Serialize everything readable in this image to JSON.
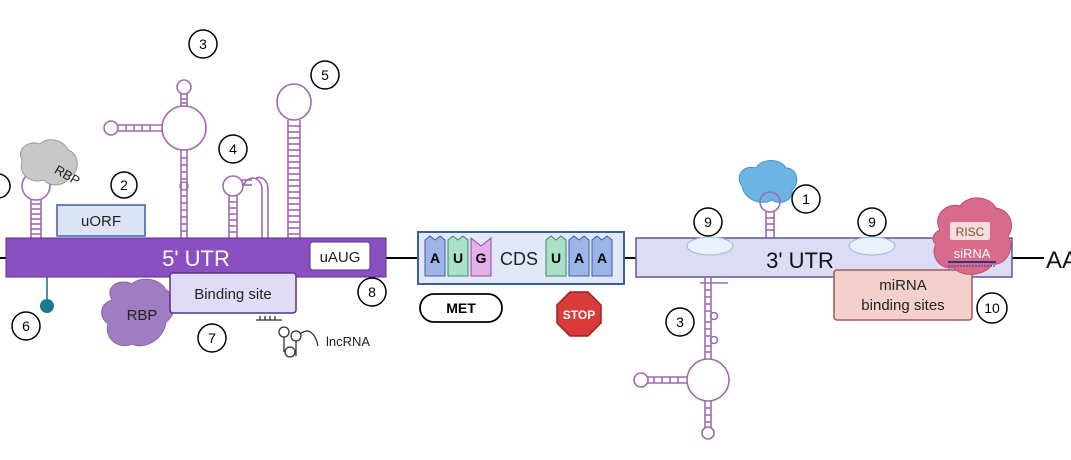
{
  "labels": {
    "utr5": "5' UTR",
    "utr3": "3' UTR",
    "uorf": "uORF",
    "uaug": "uAUG",
    "binding_site": "Binding site",
    "rbp_top": "RBP",
    "rbp_bottom": "RBP",
    "lncrna": "lncRNA",
    "cds": "CDS",
    "met": "MET",
    "stop": "STOP",
    "mirna_line1": "miRNA",
    "mirna_line2": "binding sites",
    "risc": "RISC",
    "sirna": "siRNA",
    "polya": "AAA"
  },
  "codons": {
    "start": [
      "A",
      "U",
      "G"
    ],
    "stop": [
      "U",
      "A",
      "A"
    ]
  },
  "markers": {
    "m1": "1",
    "m2": "2",
    "m3_top": "3",
    "m3_bottom": "3",
    "m4": "4",
    "m5": "5",
    "m6": "6",
    "m7": "7",
    "m8": "8",
    "m9_left": "9",
    "m9_right": "9",
    "m10": "10"
  },
  "colors": {
    "utr5_fill": "#8a4fc0",
    "utr3_fill": "#dcdcf5",
    "cds_border": "#3a5fa0",
    "stem_loop": "#a06ab0",
    "rbp_gray": "#c8c8c8",
    "rbp_purple": "#a07cc0",
    "ribosome_blue": "#6cb4e4",
    "risc_pink": "#d86a8c",
    "stop_red": "#d93a3a",
    "nt_A": "#9cb4e8",
    "nt_U": "#a8e0c8",
    "nt_G": "#e4b0e8"
  }
}
